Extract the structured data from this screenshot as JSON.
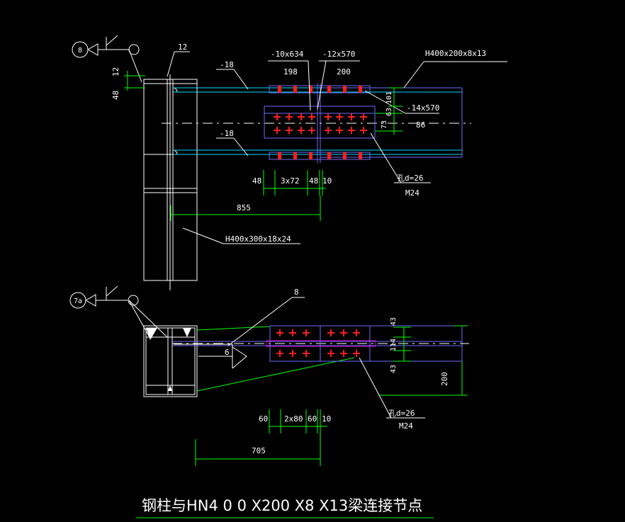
{
  "colors": {
    "background": "#000000",
    "white": "#ffffff",
    "green": "#00ff00",
    "blue": "#6b6bff",
    "cyan": "#00d7ff",
    "red": "#ff1f1f",
    "magenta": "#d000d0"
  },
  "top_view": {
    "grid_bubble": "8",
    "col_label": "12",
    "dim_12": "12",
    "dim_48": "48",
    "flange_plate_left": "-18",
    "flange_plate_left_bottom": "-18",
    "plate_10x634": "-10x634",
    "plate_12x570": "-12x570",
    "beam_label": "H400x200x8x13",
    "dim_198": "198",
    "dim_200": "200",
    "plate_14x570": "-14x570",
    "dim_101": "101",
    "dim_63": "63",
    "dim_73": "73",
    "dim_86": "86",
    "bolt_hole": "孔d=26",
    "bolt": "M24",
    "dim_48a": "48",
    "dim_3x72": "3x72",
    "dim_48b": "48",
    "dim_10": "10",
    "dim_855": "855",
    "column_label": "H400x300x18x24"
  },
  "bottom_view": {
    "grid_bubble": "7a",
    "weld_8": "8",
    "weld_6": "6",
    "dim_43a": "43",
    "dim_114": "114",
    "dim_43b": "43",
    "dim_200": "200",
    "bolt_hole": "孔d=26",
    "bolt": "M24",
    "dim_60a": "60",
    "dim_2x80": "2x80",
    "dim_60b": "60",
    "dim_10": "10",
    "dim_705": "705"
  },
  "drawing_title": "钢柱与HN4 0 0 X200 X8 X13梁连接节点"
}
